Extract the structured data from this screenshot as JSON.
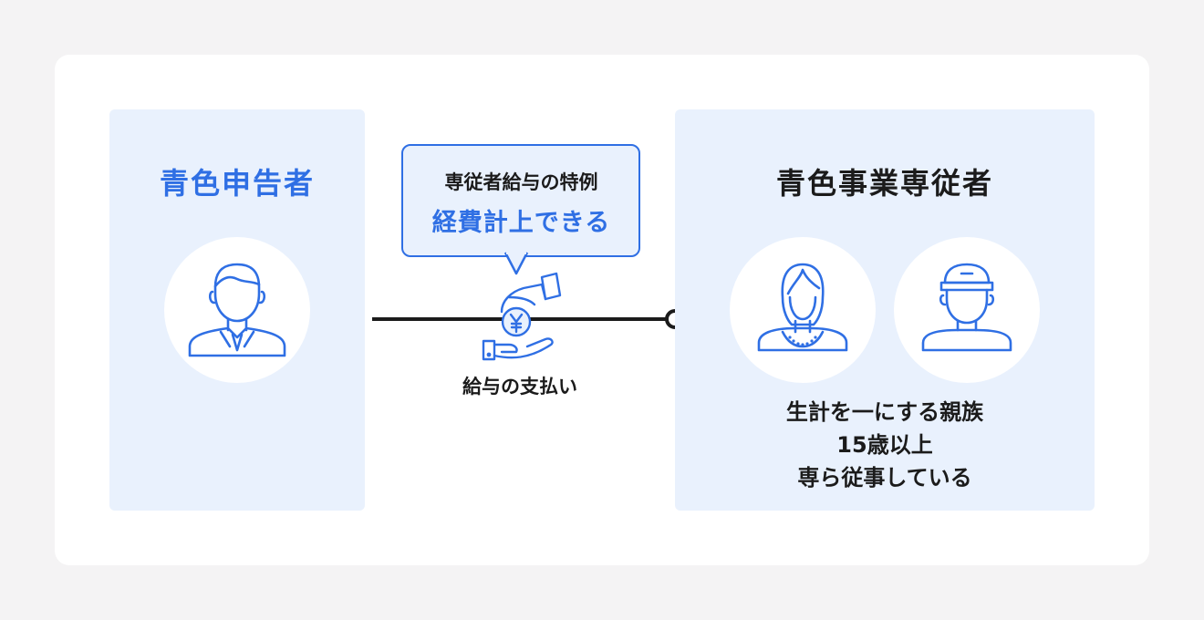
{
  "colors": {
    "background": "#f4f3f4",
    "card": "#ffffff",
    "panel": "#e9f1fd",
    "accent": "#2f6fe4",
    "text": "#1b1b1b"
  },
  "left_panel": {
    "title": "青色申告者",
    "icon": "businessman-icon"
  },
  "speech_bubble": {
    "subtitle": "専従者給与の特例",
    "headline": "経費計上できる"
  },
  "connector": {
    "icon": "yen-coin-hand-icon",
    "label": "給与の支払い"
  },
  "right_panel": {
    "title": "青色事業専従者",
    "icons": [
      "woman-icon",
      "worker-cap-icon"
    ],
    "conditions": [
      "生計を一にする親族",
      "15歳以上",
      "専ら従事している"
    ]
  }
}
